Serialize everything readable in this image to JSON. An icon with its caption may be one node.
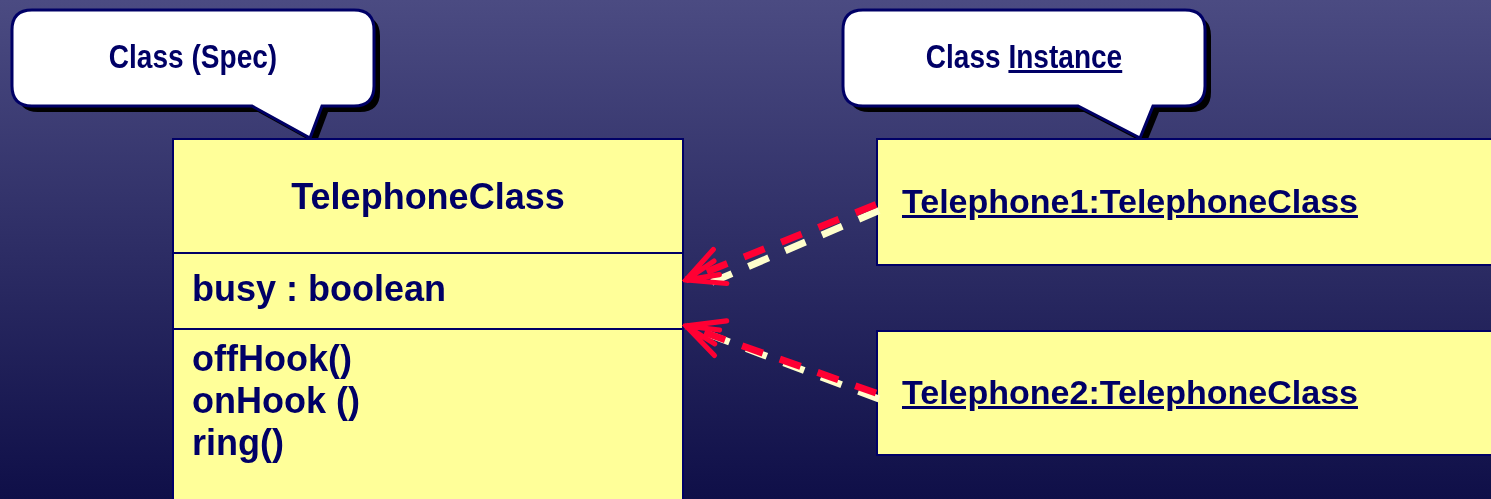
{
  "diagram": {
    "nodes": [
      {
        "text": [
          "Class (Spec)"
        ]
      },
      {
        "text": [
          "Class",
          "Instance"
        ]
      },
      {
        "text": [
          "TelephoneClass",
          "busy : boolean",
          "offHook()",
          "onHook ()",
          "ring()"
        ]
      },
      {
        "text": [
          "Telephone1:TelephoneClass"
        ]
      },
      {
        "text": [
          "Telephone2:TelephoneClass"
        ]
      }
    ],
    "edges": [
      {
        "from": 3,
        "to": 2,
        "arrow": "to",
        "style": "dashed"
      },
      {
        "from": 4,
        "to": 2,
        "arrow": "to",
        "style": "dashed"
      }
    ]
  }
}
